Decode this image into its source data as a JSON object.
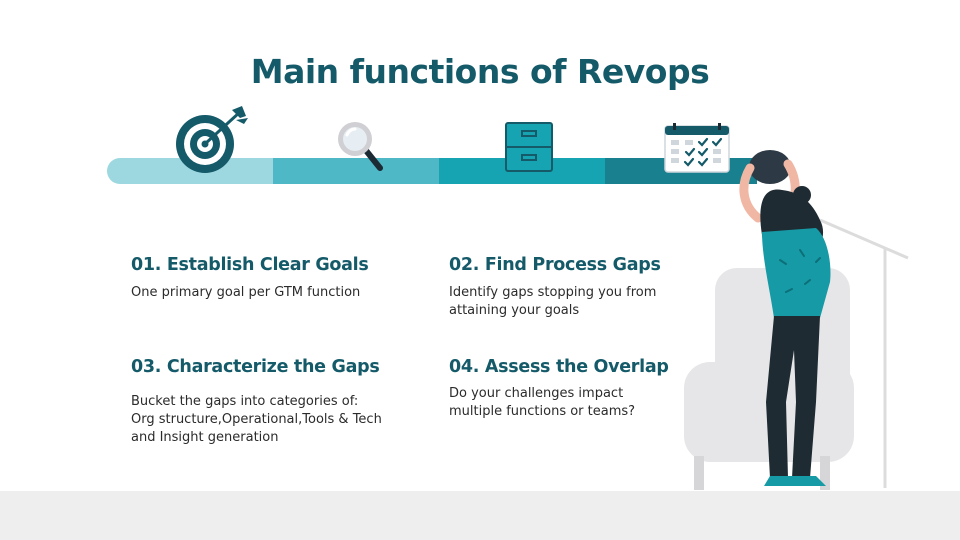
{
  "title": "Main functions of Revops",
  "colors": {
    "title": "#145a69",
    "segment_1": "#9dd8e0",
    "segment_2": "#4fb8c6",
    "segment_3": "#16a3b2",
    "segment_4": "#18808e"
  },
  "icons": [
    "target-icon",
    "magnifier-icon",
    "file-cabinet-icon",
    "calendar-icon"
  ],
  "functions": [
    {
      "heading": "01. Establish Clear Goals",
      "text": "One primary goal per GTM function"
    },
    {
      "heading": "02. Find Process Gaps",
      "text": "Identify gaps stopping you from attaining your goals"
    },
    {
      "heading": "03. Characterize the Gaps",
      "text": "Bucket the gaps into categories of: Org structure,Operational,Tools & Tech and Insight generation"
    },
    {
      "heading": "04. Assess the Overlap",
      "text": "Do your challenges impact multiple functions or teams?"
    }
  ]
}
